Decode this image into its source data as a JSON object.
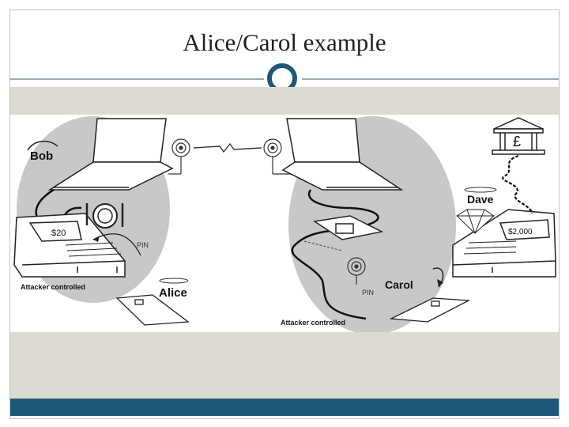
{
  "slide": {
    "title": "Alice/Carol example"
  },
  "diagram": {
    "left": {
      "bob_label": "Bob",
      "terminal_display": "$20",
      "pin_label": "PIN",
      "attacker_label": "Attacker controlled",
      "alice_label": "Alice"
    },
    "right": {
      "pound_symbol": "£",
      "dave_label": "Dave",
      "terminal_display": "$2,000",
      "pin_label": "PIN",
      "carol_label": "Carol",
      "attacker_label": "Attacker controlled"
    }
  },
  "colors": {
    "accent": "#1f5777",
    "beige": "#dddad2",
    "blob": "#c8c8c8"
  }
}
